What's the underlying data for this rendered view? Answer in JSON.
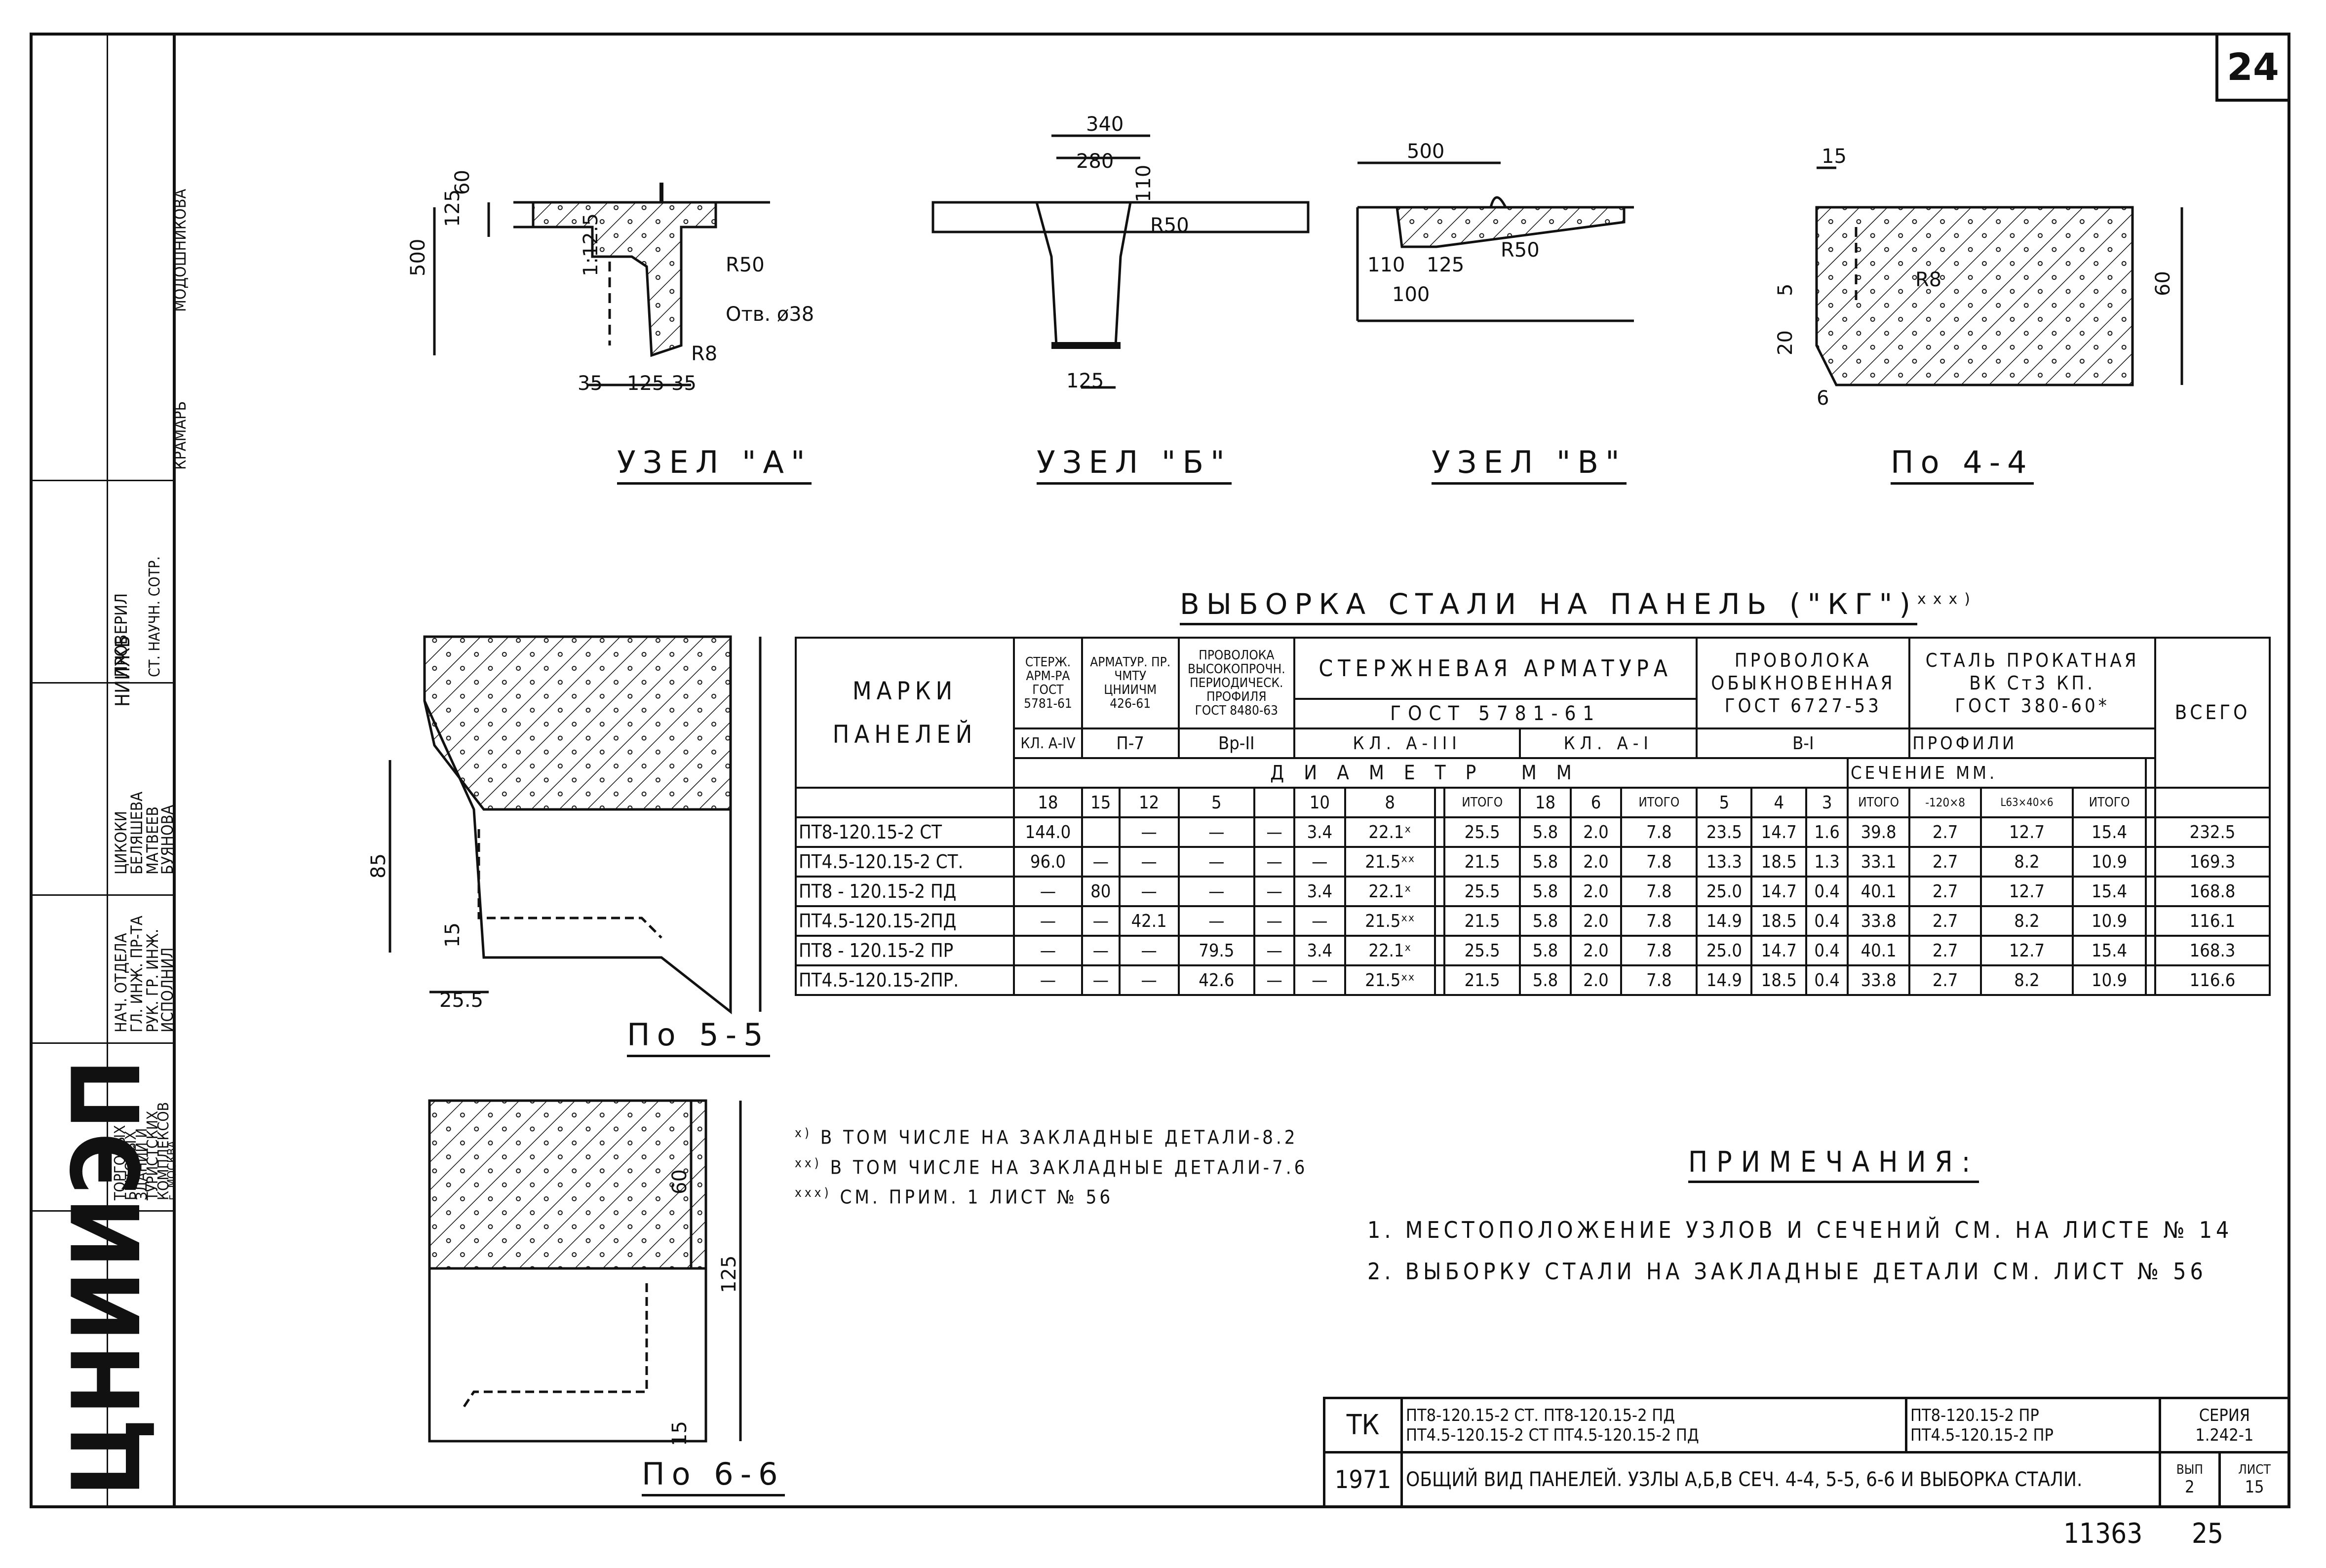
{
  "sheet_number": "24",
  "bottom_numbers": [
    "11363",
    "25"
  ],
  "stamp": {
    "org": [
      "ТОРГОВЫХ",
      "БЫТОВЫХ",
      "ЗДАНИЙ И",
      "ТУРИСТСКИХ",
      "КОМПЛЕКСОВ",
      "г. МОСКВА"
    ],
    "logo": "ЦНИИЭП",
    "roles": [
      "НАЧ. ОТДЕЛА",
      "ГЛ. ИНЖ. ПР-ТА",
      "РУК. ГР. ИНЖ.",
      "ИСПОЛНИЛ"
    ],
    "names": [
      "ЦИКОКИ",
      "БЕЛЯШЕВА",
      "МАТВЕЕВ",
      "БУЯНОВА"
    ],
    "check": [
      "ПРОВЕРИЛ",
      "НИИЖБ",
      "СТ. НАУЧН. СОТР.",
      "МОДОШНИКОВА",
      "КРАМАРЬ"
    ]
  },
  "views": {
    "a": {
      "title": "УЗЕЛ \"А\"",
      "dims": [
        "60",
        "125",
        "500",
        "1:12.5",
        "R50",
        "Отв. ø38",
        "R8",
        "35",
        "125",
        "35"
      ]
    },
    "b": {
      "title": "УЗЕЛ \"Б\"",
      "dims": [
        "340",
        "280",
        "110",
        "R50",
        "125"
      ]
    },
    "v": {
      "title": "УЗЕЛ \"В\"",
      "dims": [
        "500",
        "R50",
        "110",
        "125",
        "100"
      ]
    },
    "s44": {
      "title": "По 4-4",
      "dims": [
        "15",
        "R8",
        "60",
        "5",
        "20",
        "6"
      ]
    },
    "s55": {
      "title": "По 5-5",
      "dims": [
        "85",
        "15",
        "25.5"
      ]
    },
    "s66": {
      "title": "По 6-6",
      "dims": [
        "60",
        "125",
        "15"
      ]
    }
  },
  "table": {
    "title": "ВЫБОРКА СТАЛИ НА ПАНЕЛЬ (\"КГ\")",
    "title_sup": "xxx)",
    "col_marks": [
      "МАРКИ",
      "ПАНЕЛЕЙ"
    ],
    "grp_rod_small": [
      "СТЕРЖ.",
      "АРМ-РА",
      "ГОСТ",
      "5781-61"
    ],
    "grp_armatur": [
      "АРМАТУР. ПР.",
      "ЧМТУ",
      "ЦНИИЧМ",
      "426-61"
    ],
    "grp_wire_hs": [
      "ПРОВОЛОКА",
      "ВЫСОКОПРОЧН.",
      "ПЕРИОДИЧЕСК.",
      "ПРОФИЛЯ",
      "ГОСТ 8480-63"
    ],
    "grp_rod": "СТЕРЖНЕВАЯ АРМАТУРА",
    "grp_rod_gost": "ГОСТ 5781-61",
    "grp_wire": [
      "ПРОВОЛОКА",
      "ОБЫКНОВЕННАЯ",
      "ГОСТ 6727-53"
    ],
    "grp_steel": [
      "СТАЛЬ ПРОКАТНАЯ",
      "ВК Ст3 КП.",
      "ГОСТ 380-60*"
    ],
    "col_total": "ВСЕГО",
    "classes": [
      "КЛ. А-IV",
      "П-7",
      "Вр-II",
      "КЛ. А-III",
      "КЛ. А-I",
      "В-I",
      "ПРОФИЛИ"
    ],
    "diam_label": "ДИАМЕТР ММ",
    "section_label": "СЕЧЕНИЕ ММ.",
    "diameters": [
      "18",
      "15",
      "12",
      "5",
      "",
      "10",
      "8",
      "",
      "ИТОГО",
      "18",
      "6",
      "ИТОГО",
      "5",
      "4",
      "3",
      "ИТОГО",
      "-120×8",
      "L63×40×6",
      "ИТОГО",
      ""
    ],
    "rows": [
      {
        "mark": "ПТ8-120.15-2 СТ",
        "v": [
          "144.0",
          "",
          "—",
          "—",
          "—",
          "3.4",
          "22.1ˣ",
          "",
          "25.5",
          "5.8",
          "2.0",
          "7.8",
          "23.5",
          "14.7",
          "1.6",
          "39.8",
          "2.7",
          "12.7",
          "15.4",
          "",
          "232.5"
        ]
      },
      {
        "mark": "ПТ4.5-120.15-2 СТ.",
        "v": [
          "96.0",
          "—",
          "—",
          "—",
          "—",
          "—",
          "21.5ˣˣ",
          "",
          "21.5",
          "5.8",
          "2.0",
          "7.8",
          "13.3",
          "18.5",
          "1.3",
          "33.1",
          "2.7",
          "8.2",
          "10.9",
          "",
          "169.3"
        ]
      },
      {
        "mark": "ПТ8 - 120.15-2 ПД",
        "v": [
          "—",
          "80",
          "—",
          "—",
          "—",
          "3.4",
          "22.1ˣ",
          "",
          "25.5",
          "5.8",
          "2.0",
          "7.8",
          "25.0",
          "14.7",
          "0.4",
          "40.1",
          "2.7",
          "12.7",
          "15.4",
          "",
          "168.8"
        ]
      },
      {
        "mark": "ПТ4.5-120.15-2ПД",
        "v": [
          "—",
          "—",
          "42.1",
          "—",
          "—",
          "—",
          "21.5ˣˣ",
          "",
          "21.5",
          "5.8",
          "2.0",
          "7.8",
          "14.9",
          "18.5",
          "0.4",
          "33.8",
          "2.7",
          "8.2",
          "10.9",
          "",
          "116.1"
        ]
      },
      {
        "mark": "ПТ8 - 120.15-2 ПР",
        "v": [
          "—",
          "—",
          "—",
          "79.5",
          "—",
          "3.4",
          "22.1ˣ",
          "",
          "25.5",
          "5.8",
          "2.0",
          "7.8",
          "25.0",
          "14.7",
          "0.4",
          "40.1",
          "2.7",
          "12.7",
          "15.4",
          "",
          "168.3"
        ]
      },
      {
        "mark": "ПТ4.5-120.15-2ПР.",
        "v": [
          "—",
          "—",
          "—",
          "42.6",
          "—",
          "—",
          "21.5ˣˣ",
          "",
          "21.5",
          "5.8",
          "2.0",
          "7.8",
          "14.9",
          "18.5",
          "0.4",
          "33.8",
          "2.7",
          "8.2",
          "10.9",
          "",
          "116.6"
        ]
      }
    ]
  },
  "footnotes": [
    {
      "mark": "x)",
      "text": "В ТОМ ЧИСЛЕ НА ЗАКЛАДНЫЕ ДЕТАЛИ-8.2"
    },
    {
      "mark": "xx)",
      "text": "В ТОМ ЧИСЛЕ НА ЗАКЛАДНЫЕ ДЕТАЛИ-7.6"
    },
    {
      "mark": "xxx)",
      "text": "СМ. ПРИМ. 1 ЛИСТ № 56"
    }
  ],
  "notes": {
    "title": "ПРИМЕЧАНИЯ:",
    "items": [
      "1. МЕСТОПОЛОЖЕНИЕ УЗЛОВ И СЕЧЕНИЙ СМ. НА ЛИСТЕ № 14",
      "2. ВЫБОРКУ СТАЛИ НА ЗАКЛАДНЫЕ ДЕТАЛИ СМ. ЛИСТ № 56"
    ]
  },
  "title_block": {
    "tk": "ТК",
    "year": "1971",
    "marks_l1": "ПТ8-120.15-2 СТ.   ПТ8-120.15-2 ПД",
    "marks_l2": "ПТ4.5-120.15-2 СТ   ПТ4.5-120.15-2 ПД",
    "marks_r1": "ПТ8-120.15-2 ПР",
    "marks_r2": "ПТ4.5-120.15-2 ПР",
    "series_label": "СЕРИЯ",
    "series": "1.242-1",
    "description": "ОБЩИЙ ВИД ПАНЕЛЕЙ. УЗЛЫ А,Б,В СЕЧ. 4-4, 5-5, 6-6 И ВЫБОРКА СТАЛИ.",
    "issue_label": "ВЫП",
    "issue": "2",
    "sheet_label": "ЛИСТ",
    "sheet": "15"
  }
}
